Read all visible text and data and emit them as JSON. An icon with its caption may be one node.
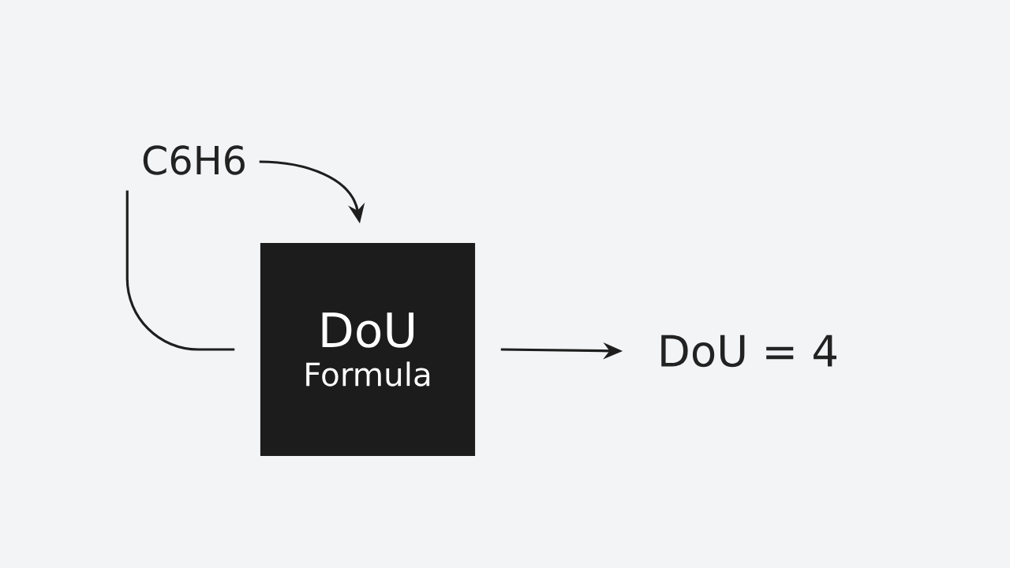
{
  "diagram": {
    "nodes": [
      {
        "text": [
          "C6H6"
        ]
      },
      {
        "text": [
          "DoU",
          "Formula"
        ]
      },
      {
        "text": [
          "DoU = 4"
        ]
      }
    ],
    "edges": [
      {
        "from": 0,
        "to": 1,
        "arrow": "to"
      },
      {
        "from": 0,
        "to": 1,
        "arrow": "none"
      },
      {
        "from": 1,
        "to": 2,
        "arrow": "to"
      }
    ]
  }
}
